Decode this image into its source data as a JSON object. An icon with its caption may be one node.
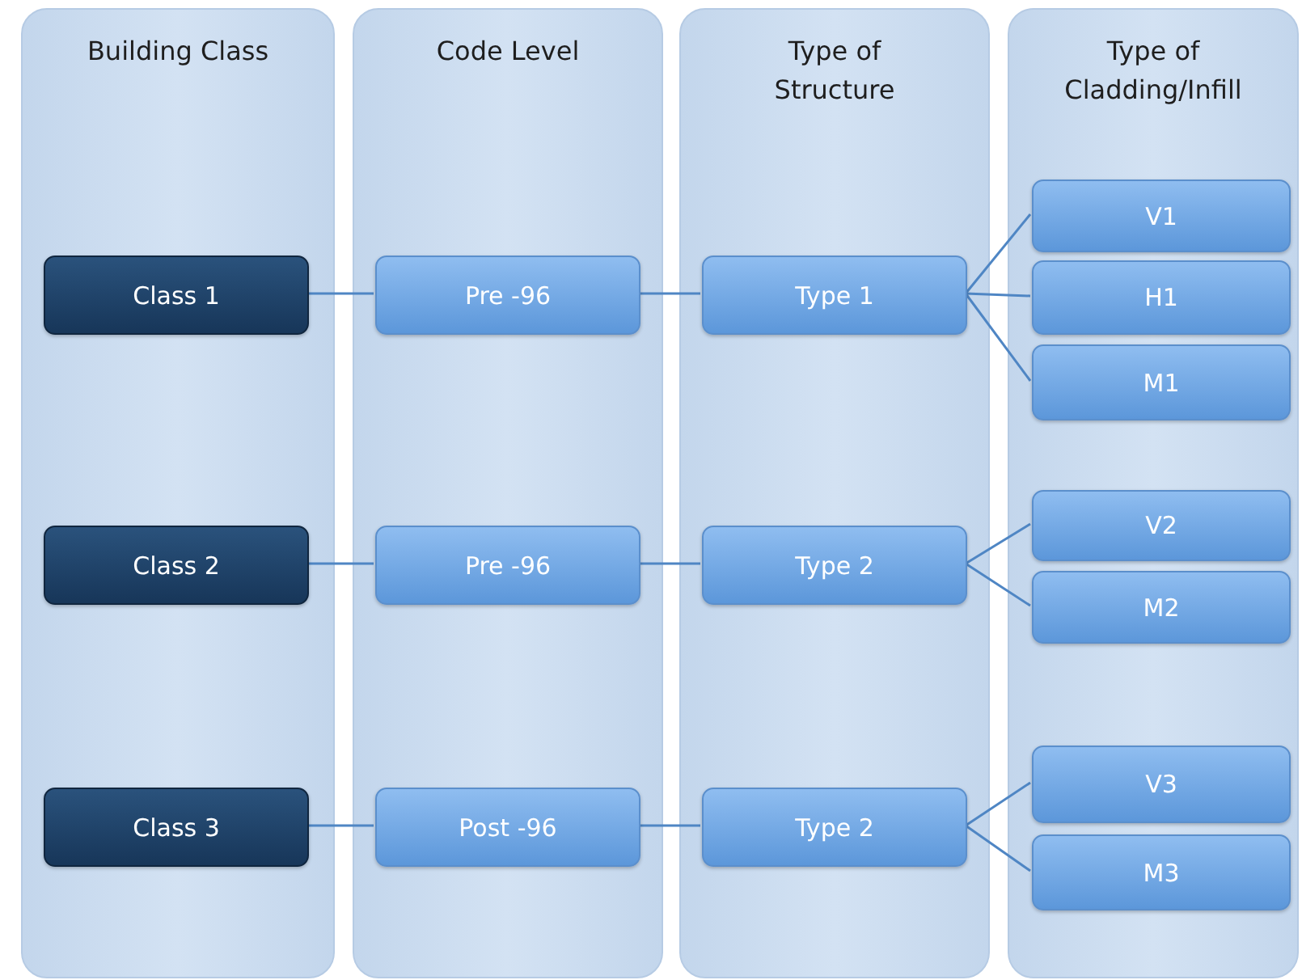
{
  "diagram": {
    "nodes": [
      {
        "text": [
          "Building Class"
        ]
      },
      {
        "text": [
          "Code Level"
        ]
      },
      {
        "text": [
          "Type of Structure"
        ]
      },
      {
        "text": [
          "Type of Cladding/Infill"
        ]
      },
      {
        "text": [
          "Class 1"
        ],
        "in": 0
      },
      {
        "text": [
          "Pre -96"
        ],
        "in": 1
      },
      {
        "text": [
          "Type 1"
        ],
        "in": 2
      },
      {
        "text": [
          "V1"
        ],
        "in": 3
      },
      {
        "text": [
          "H1"
        ],
        "in": 3
      },
      {
        "text": [
          "M1"
        ],
        "in": 3
      },
      {
        "text": [
          "Class 2"
        ],
        "in": 0
      },
      {
        "text": [
          "Pre -96"
        ],
        "in": 1
      },
      {
        "text": [
          "Type 2"
        ],
        "in": 2
      },
      {
        "text": [
          "V2"
        ],
        "in": 3
      },
      {
        "text": [
          "M2"
        ],
        "in": 3
      },
      {
        "text": [
          "Class 3"
        ],
        "in": 0
      },
      {
        "text": [
          "Post -96"
        ],
        "in": 1
      },
      {
        "text": [
          "Type 2"
        ],
        "in": 2
      },
      {
        "text": [
          "V3"
        ],
        "in": 3
      },
      {
        "text": [
          "M3"
        ],
        "in": 3
      }
    ],
    "edges": [
      {
        "from": 4,
        "to": 5,
        "arrow": "none"
      },
      {
        "from": 5,
        "to": 6,
        "arrow": "none"
      },
      {
        "from": 6,
        "to": 7,
        "arrow": "none"
      },
      {
        "from": 6,
        "to": 8,
        "arrow": "none"
      },
      {
        "from": 6,
        "to": 9,
        "arrow": "none"
      },
      {
        "from": 10,
        "to": 11,
        "arrow": "none"
      },
      {
        "from": 11,
        "to": 12,
        "arrow": "none"
      },
      {
        "from": 12,
        "to": 13,
        "arrow": "none"
      },
      {
        "from": 12,
        "to": 14,
        "arrow": "none"
      },
      {
        "from": 15,
        "to": 16,
        "arrow": "none"
      },
      {
        "from": 16,
        "to": 17,
        "arrow": "none"
      },
      {
        "from": 17,
        "to": 18,
        "arrow": "none"
      },
      {
        "from": 17,
        "to": 19,
        "arrow": "none"
      }
    ]
  }
}
